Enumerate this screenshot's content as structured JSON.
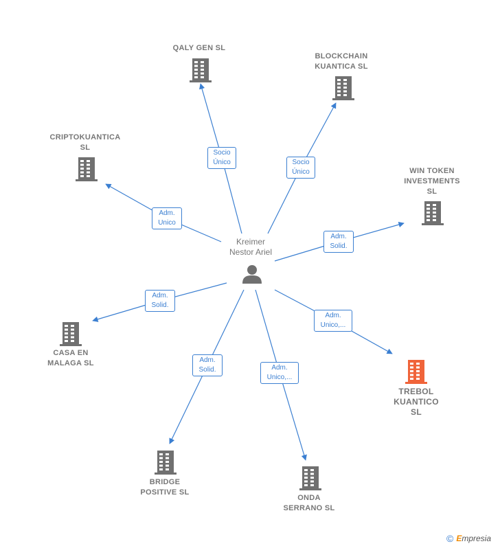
{
  "colors": {
    "edge": "#3b7fd1",
    "building": "#707070",
    "building_highlight": "#f0643a",
    "person": "#707070"
  },
  "person": {
    "name": "Kreimer\nNestor Ariel"
  },
  "companies": [
    {
      "id": "qaly",
      "name": "QALY GEN  SL",
      "highlight": false
    },
    {
      "id": "blockchain",
      "name": "BLOCKCHAIN\nKUANTICA  SL",
      "highlight": false
    },
    {
      "id": "cripto",
      "name": "CRIPTOKUANTICA\nSL",
      "highlight": false
    },
    {
      "id": "wintoken",
      "name": "WIN TOKEN\nINVESTMENTS\nSL",
      "highlight": false
    },
    {
      "id": "casa",
      "name": "CASA EN\nMALAGA  SL",
      "highlight": false
    },
    {
      "id": "trebol",
      "name": "TREBOL\nKUANTICO\nSL",
      "highlight": true
    },
    {
      "id": "bridge",
      "name": "BRIDGE\nPOSITIVE  SL",
      "highlight": false
    },
    {
      "id": "onda",
      "name": "ONDA\nSERRANO  SL",
      "highlight": false
    }
  ],
  "relations": [
    {
      "target": "qaly",
      "label": "Socio\nÚnico"
    },
    {
      "target": "blockchain",
      "label": "Socio\nÚnico"
    },
    {
      "target": "cripto",
      "label": "Adm.\nUnico"
    },
    {
      "target": "wintoken",
      "label": "Adm.\nSolid."
    },
    {
      "target": "casa",
      "label": "Adm.\nSolid."
    },
    {
      "target": "trebol",
      "label": "Adm.\nUnico,..."
    },
    {
      "target": "bridge",
      "label": "Adm.\nSolid."
    },
    {
      "target": "onda",
      "label": "Adm.\nUnico,..."
    }
  ],
  "footer": {
    "copyright": "©",
    "brand_initial": "E",
    "brand_rest": "mpresia"
  }
}
